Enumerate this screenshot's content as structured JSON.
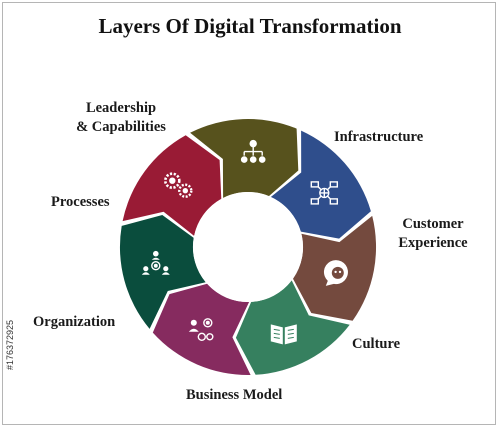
{
  "title": "Layers Of Digital Transformation",
  "side_id": "#176372925",
  "segments": [
    {
      "id": "leadership",
      "lines": [
        "Leadership",
        "& Capabilities"
      ],
      "color": "#57521d",
      "icon": "org-chart-icon"
    },
    {
      "id": "infrastructure",
      "lines": [
        "Infrastructure"
      ],
      "color": "#2f4e8c",
      "icon": "network-computers-icon"
    },
    {
      "id": "customer",
      "lines": [
        "Customer",
        "Experience"
      ],
      "color": "#744a3e",
      "icon": "chat-face-icon"
    },
    {
      "id": "culture",
      "lines": [
        "Culture"
      ],
      "color": "#36805f",
      "icon": "open-book-icon"
    },
    {
      "id": "business",
      "lines": [
        "Business Model"
      ],
      "color": "#862b5f",
      "icon": "people-gears-icon"
    },
    {
      "id": "organization",
      "lines": [
        "Organization"
      ],
      "color": "#0a4d3d",
      "icon": "team-gear-icon"
    },
    {
      "id": "processes",
      "lines": [
        "Processes"
      ],
      "color": "#991b35",
      "icon": "gears-icon"
    }
  ]
}
